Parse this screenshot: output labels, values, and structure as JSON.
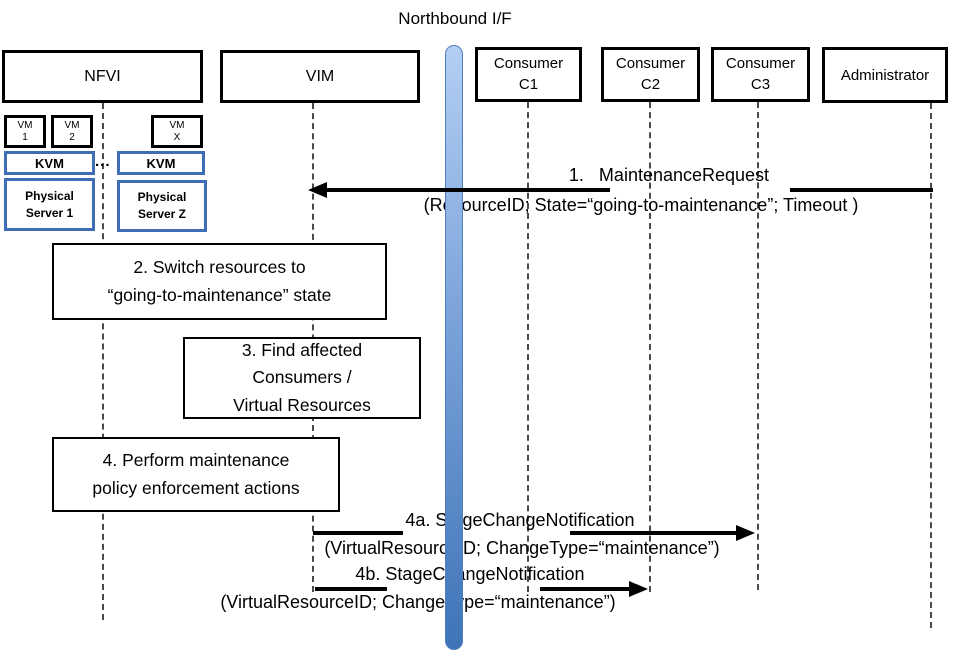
{
  "title": "Northbound I/F",
  "actors": {
    "nfvi": "NFVI",
    "vim": "VIM",
    "c1_line1": "Consumer",
    "c1_line2": "C1",
    "c2_line1": "Consumer",
    "c2_line2": "C2",
    "c3_line1": "Consumer",
    "c3_line2": "C3",
    "admin": "Administrator"
  },
  "nfvi_stack": {
    "vm1_line1": "VM",
    "vm1_line2": "1",
    "vm2_line1": "VM",
    "vm2_line2": "2",
    "vmx_line1": "VM",
    "vmx_line2": "X",
    "kvm_left": "KVM",
    "kvm_right": "KVM",
    "ellipsis": "...",
    "ps1_line1": "Physical",
    "ps1_line2": "Server 1",
    "psz_line1": "Physical",
    "psz_line2": "Server Z"
  },
  "activities": {
    "step2_line1": "2. Switch resources to",
    "step2_line2": "“going-to-maintenance” state",
    "step3_line1": "3. Find affected",
    "step3_line2": "Consumers /",
    "step3_line3": "Virtual Resources",
    "step4_line1": "4. Perform maintenance",
    "step4_line2": "policy enforcement actions"
  },
  "messages": {
    "m1_title": "1.   MaintenanceRequest",
    "m1_params": "(ResourceID; State=“going-to-maintenance”; Timeout )",
    "m4a_title": "4a. StageChangeNotification",
    "m4a_params": "(VirtualResourceID; ChangeType=“maintenance”)",
    "m4b_title": "4b. StageChangeNotification",
    "m4b_params": "(VirtualResourceID; ChangeType=“maintenance”)"
  },
  "colors": {
    "accent_blue_border": "#3E6DB5",
    "bar_gradient_top": "#B3CFF3",
    "bar_gradient_bottom": "#3F74B8",
    "line_color": "#000000"
  }
}
